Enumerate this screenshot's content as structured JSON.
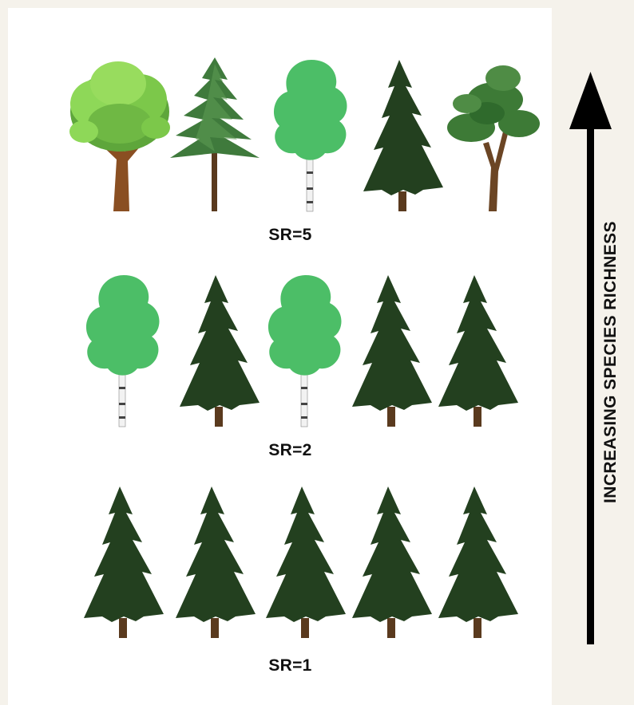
{
  "rows": [
    {
      "label": "SR=5",
      "trees": [
        "oak-tree",
        "pine-tree",
        "birch-tree",
        "spruce-tree",
        "bonsai-pine-tree"
      ]
    },
    {
      "label": "SR=2",
      "trees": [
        "birch-tree",
        "spruce-tree",
        "birch-tree",
        "spruce-tree",
        "spruce-tree"
      ]
    },
    {
      "label": "SR=1",
      "trees": [
        "spruce-tree",
        "spruce-tree",
        "spruce-tree",
        "spruce-tree",
        "spruce-tree"
      ]
    }
  ],
  "axis": {
    "title": "INCREASING SPECIES RICHNESS"
  },
  "colors": {
    "spruce": "#23401f",
    "birch": "#4cbe67",
    "oak_light": "#8ed858",
    "oak_dark": "#5ea63b",
    "pine": "#3f7a3c",
    "trunk": "#5a3a1e"
  }
}
